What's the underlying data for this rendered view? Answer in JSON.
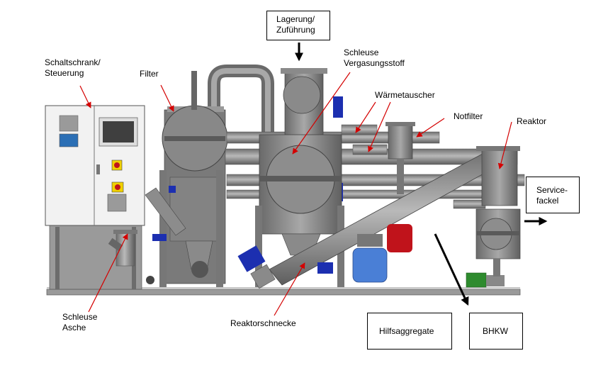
{
  "labels": {
    "schaltschrank": "Schaltschrank/\nSteuerung",
    "filter": "Filter",
    "lagerung": "Lagerung/\nZuführung",
    "schleuse_vergasung": "Schleuse\nVergasungsstoff",
    "waermetauscher": "Wärmetauscher",
    "notfilter": "Notfilter",
    "reaktor": "Reaktor",
    "service_fackel": "Service-\nfackel",
    "schleuse_asche": "Schleuse\nAsche",
    "reaktorschnecke": "Reaktorschnecke",
    "hilfsaggregate": "Hilfsaggregate",
    "bhkw": "BHKW"
  },
  "colors": {
    "machine_gray": "#8c8c8c",
    "machine_dark": "#5a5a5a",
    "machine_light": "#b4b4b4",
    "cabinet": "#f2f2f2",
    "callout_arrow": "#d40000",
    "motor_blue": "#1c2fb0",
    "pump_blue": "#4a7fd6",
    "tank_red": "#c0131b",
    "motor_green": "#2e8b2e",
    "screen_blue": "#2b6fb5"
  }
}
